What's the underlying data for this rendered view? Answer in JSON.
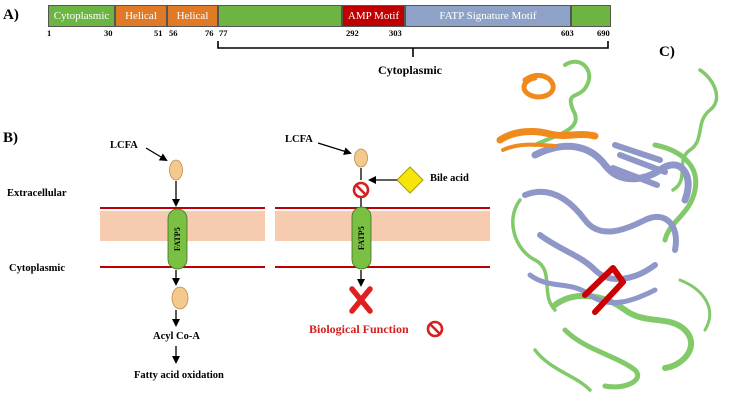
{
  "panel_a": {
    "label": "A)",
    "domains": [
      {
        "name": "Cytoplasmic",
        "color": "#6db543"
      },
      {
        "name": "Helical",
        "color": "#e07a27"
      },
      {
        "name": "Helical",
        "color": "#e07a27"
      },
      {
        "name": "",
        "color": "#6db543"
      },
      {
        "name": "AMP Motif",
        "color": "#c00000"
      },
      {
        "name": "FATP Signature Motif",
        "color": "#8ea2c8"
      },
      {
        "name": "",
        "color": "#6db543"
      }
    ],
    "positions": [
      "1",
      "30",
      "51",
      "56",
      "76",
      "77",
      "292",
      "303",
      "603",
      "690"
    ],
    "bracket_label": "Cytoplasmic"
  },
  "panel_b": {
    "label": "B)",
    "extracellular_label": "Extracellular",
    "cytoplasmic_label": "Cytoplasmic",
    "left": {
      "ligand_label": "LCFA",
      "transporter_label": "FATP5",
      "product_label": "Acyl Co-A",
      "outcome_label": "Fatty acid oxidation"
    },
    "right": {
      "ligand_label": "LCFA",
      "inhibitor_label": "Bile acid",
      "transporter_label": "FATP5",
      "outcome_label": "Biological Function"
    },
    "colors": {
      "membrane_line": "#c00000",
      "membrane_fill": "#f6cbb0",
      "transporter": "#7ac143",
      "ligand": "#f4c98d",
      "bile_acid": "#f5e50a",
      "block": "#d42020"
    }
  },
  "panel_c": {
    "label": "C)",
    "colors": {
      "helical": "#f08a1c",
      "amp_motif": "#cc0000",
      "signature": "#8f97c9",
      "cytoplasmic": "#82c96a"
    }
  }
}
